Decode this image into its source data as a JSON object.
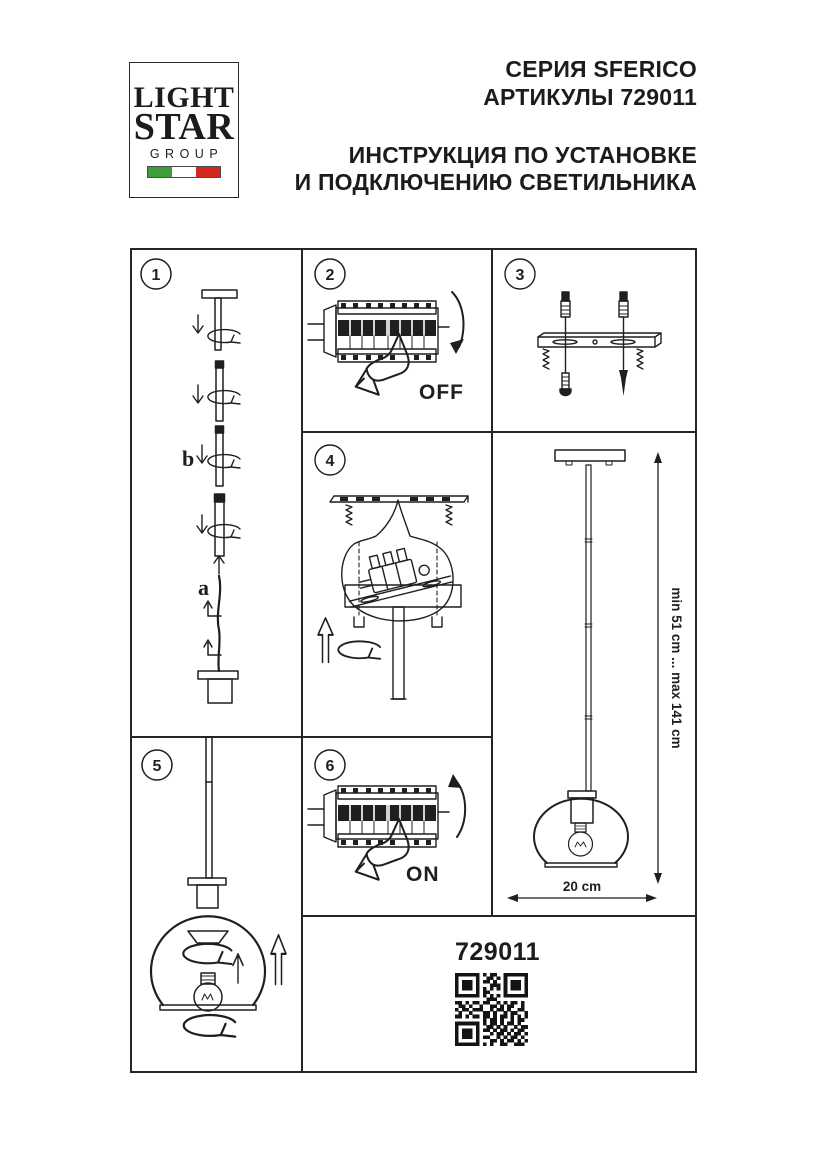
{
  "colors": {
    "ink": "#1f1f1f",
    "flag_green": "#3f9e3a",
    "flag_red": "#d2291f"
  },
  "logo": {
    "word1": "LIGHT",
    "word2": "STAR",
    "word3": "GROUP"
  },
  "header": {
    "series": "СЕРИЯ SFERICO",
    "article_line": "АРТИКУЛЫ 729011",
    "instruction_line1": "ИНСТРУКЦИЯ ПО УСТАНОВКЕ",
    "instruction_line2": "И ПОДКЛЮЧЕНИЮ СВЕТИЛЬНИКА"
  },
  "steps": {
    "s1": {
      "number": "1",
      "label_a": "a",
      "label_b": "b"
    },
    "s2": {
      "number": "2",
      "switch_label": "OFF"
    },
    "s3": {
      "number": "3"
    },
    "s4": {
      "number": "4"
    },
    "s5": {
      "number": "5"
    },
    "s6": {
      "number": "6",
      "switch_label": "ON"
    }
  },
  "dimensions": {
    "height_range": "min 51 cm ... max 141 cm",
    "width": "20 cm"
  },
  "product": {
    "article": "729011",
    "qr_pattern": [
      "111111101011001111111",
      "100000100110101000001",
      "101110101101001011101",
      "101110100011101011101",
      "101110101010101011101",
      "100000101100001000001",
      "111111101010101111111",
      "000000000111000000000",
      "110101101100101011010",
      "011010010011010110010",
      "101101110010110100110",
      "010010001101001011001",
      "110101101101011010101",
      "000000001011010010110",
      "111111101011010110100",
      "100000100110101001011",
      "101110101101011010110",
      "101110100010110101101",
      "101110101100101011010",
      "100000100011010110101",
      "111111101010011001110"
    ]
  }
}
